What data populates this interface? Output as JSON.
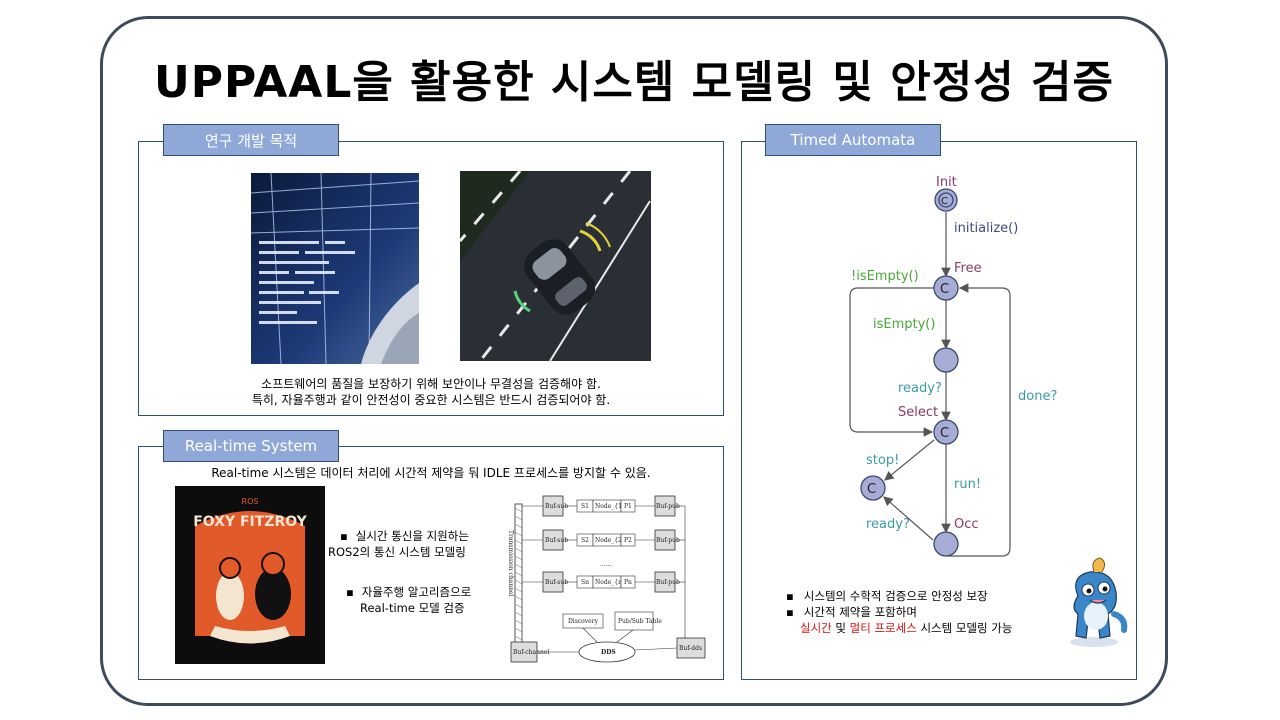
{
  "title": "UPPAAL을 활용한 시스템 모델링 및 안정성 검증",
  "purpose": {
    "tab": "연구 개발 목적",
    "caption_line1": "소프트웨어의 품질을 보장하기 위해 보안이나 무결성을 검증해야 함.",
    "caption_line2": "특히, 자율주행과 같이 안전성이 중요한 시스템은 반드시 검증되어야 함."
  },
  "realtime": {
    "tab": "Real-time System",
    "subtitle": "Real-time 시스템은 데이터 처리에 시간적 제약을 둬 IDLE 프로세스를 방지할 수 있음.",
    "bullets": [
      {
        "line1": "실시간 통신을 지원하는",
        "line2": "ROS2의 통신 시스템 모델링"
      },
      {
        "line1": "자율주행 알고리즘으로",
        "line2": "Real-time 모델 검증"
      }
    ],
    "poster": {
      "ros_label": "ROS",
      "title": "FOXY FITZROY"
    },
    "diagram": {
      "channel_label": "Transmission channel",
      "buf_sub": "Buf-sub",
      "buf_pub": "Buf-pub",
      "rows": [
        {
          "s": "S1",
          "node": "Node_{1}",
          "p": "P1"
        },
        {
          "s": "S2",
          "node": "Node_{2}",
          "p": "P2"
        },
        {
          "s": "Sn",
          "node": "Node_{n}",
          "p": "Pn"
        }
      ],
      "dots": "......",
      "discovery": "Discovery",
      "pubsub_table": "Pub/Sub Table",
      "dds": "DDS",
      "buf_channel": "Buf-channel",
      "buf_dds": "Buf-dds"
    }
  },
  "automata": {
    "tab": "Timed Automata",
    "labels": {
      "init": "Init",
      "initialize": "initialize()",
      "free": "Free",
      "not_empty": "!isEmpty()",
      "is_empty": "isEmpty()",
      "ready_q": "ready?",
      "select": "Select",
      "done_q": "done?",
      "stop": "stop!",
      "run": "run!",
      "ready_q2": "ready?",
      "occ": "Occ",
      "c": "C"
    },
    "bullets": {
      "b1": "시스템의 수학적 검증으로 안정성 보장",
      "b2": "시간적 제약을 포함하며",
      "b3_red1": "실시간",
      "b3_mid1": "및",
      "b3_red2": "멀티 프로세스",
      "b3_tail": "시스템 모델링 가능"
    }
  },
  "colors": {
    "tab_bg": "#8fa8d8",
    "border": "#2f4f7a",
    "node_fill": "#a6acd6",
    "label_purple": "#8a3a6a",
    "label_green": "#48a838",
    "label_teal": "#3a9aa8",
    "label_navy": "#3a4a8a",
    "highlight_red": "#d11414"
  }
}
